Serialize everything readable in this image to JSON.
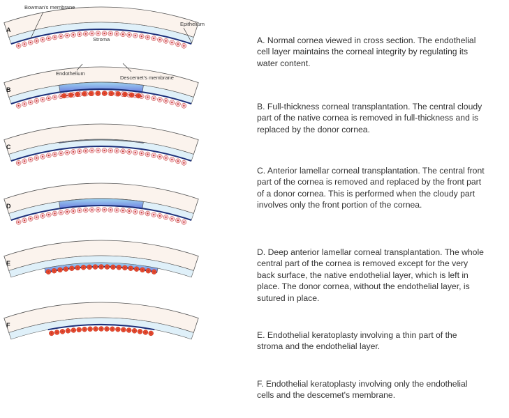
{
  "callouts": {
    "bowmans": "Bowman's membrane",
    "epithelium": "Epithelium",
    "stroma": "Stroma",
    "endothelium": "Endothelium",
    "descemets": "Descemet's membrane"
  },
  "colors": {
    "epithelium_fill": "#fbf3ed",
    "stroma_fill": "#dff0f9",
    "outline": "#555555",
    "descemet": "#1c2f7a",
    "donor_top": "#9fd4f0",
    "donor_bottom": "#6d7fe0",
    "cells_healthy": "#f7c9d2",
    "cells_donor": "#e84a2e",
    "nucleus": "#c0392b"
  },
  "panels": [
    {
      "letter": "A",
      "type": "normal",
      "lines": [
        "A. Normal cornea viewed in cross section.  The endothelial",
        "cell layer maintains the corneal integrity by regulating its",
        "water content."
      ]
    },
    {
      "letter": "B",
      "type": "full",
      "lines": [
        "B. Full-thickness corneal transplantation. The central cloudy",
        "part of the native cornea is removed in full-thickness and is",
        "replaced by the donor cornea."
      ]
    },
    {
      "letter": "C",
      "type": "anterior",
      "lines": [
        "C. Anterior lamellar corneal transplantation.  The central front",
        "part of the cornea is removed and replaced by the front part",
        "of a donor cornea. This is performed when the cloudy part",
        "involves only the front portion of the cornea."
      ]
    },
    {
      "letter": "D",
      "type": "deep",
      "lines": [
        "D. Deep anterior lamellar corneal transplantation. The whole",
        "central part of the cornea is removed except for the very",
        "back surface, the native endothelial layer, which is left in",
        "place. The donor cornea, without the endothelial layer, is",
        "sutured in place."
      ]
    },
    {
      "letter": "E",
      "type": "endo-thin",
      "lines": [
        "E. Endothelial keratoplasty involving a thin part of the",
        "stroma and the endothelial layer."
      ]
    },
    {
      "letter": "F",
      "type": "endo-only",
      "lines": [
        "F. Endothelial keratoplasty involving only the endothelial",
        "cells and the descemet's membrane."
      ]
    }
  ]
}
